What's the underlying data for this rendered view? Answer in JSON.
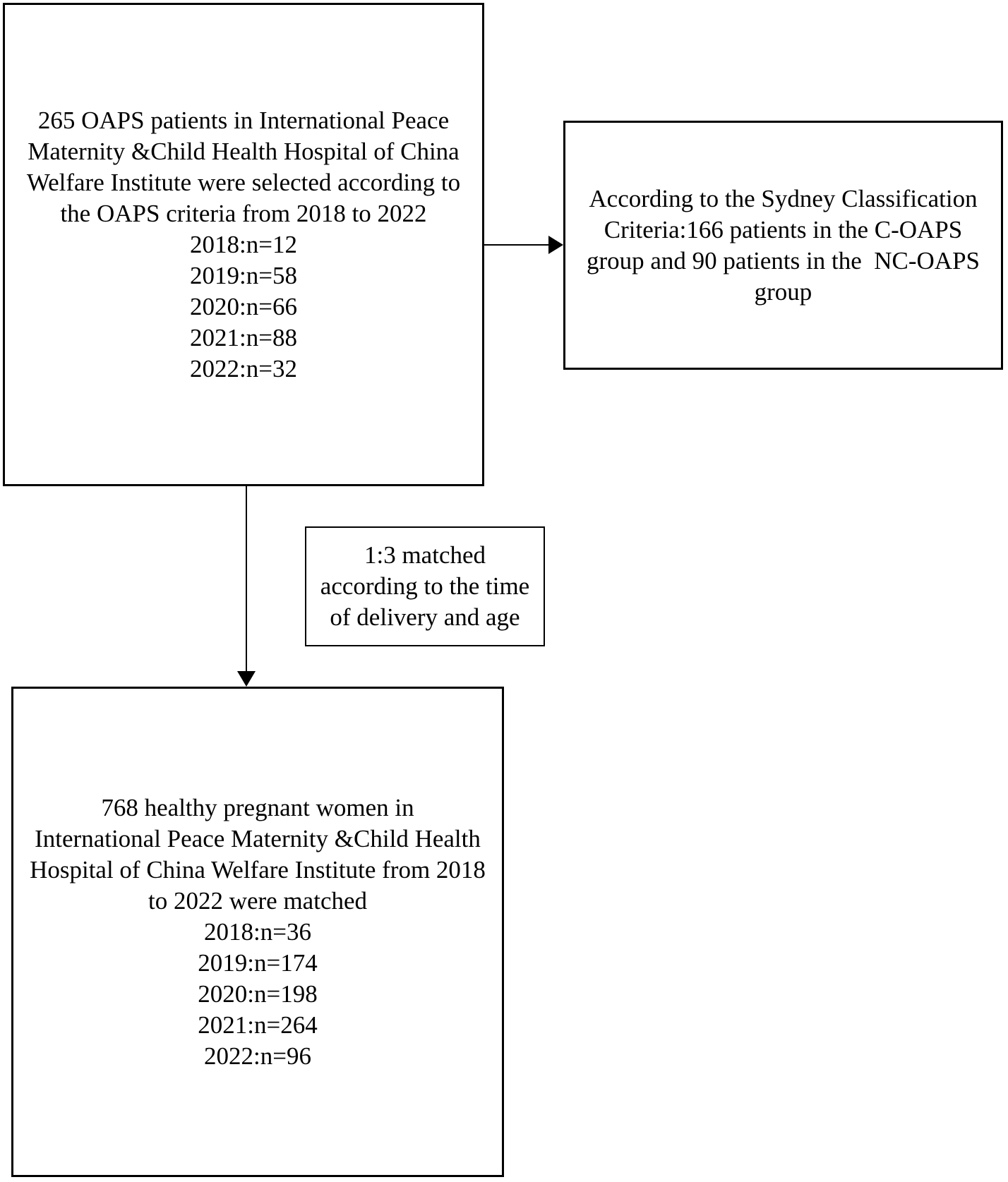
{
  "figure": {
    "type": "flowchart",
    "background_color": "#ffffff",
    "line_color": "#000000",
    "text_color": "#000000",
    "boxes": {
      "oaps_patients": {
        "text": "265 OAPS patients in International Peace\nMaternity &Child Health Hospital of China\nWelfare Institute were selected according to\nthe OAPS criteria from 2018 to 2022\n2018:n=12\n2019:n=58\n2020:n=66\n2021:n=88\n2022:n=32"
      },
      "sydney_classification": {
        "text": "According to the Sydney Classification\nCriteria:166 patients in the C-OAPS\ngroup and 90 patients in the  NC-OAPS\ngroup"
      },
      "matching_criteria": {
        "text": "1:3 matched\naccording to the time\nof delivery and age"
      },
      "healthy_controls": {
        "text": "768 healthy pregnant women in\nInternational Peace Maternity &Child Health\nHospital of China Welfare Institute from 2018\nto 2022 were matched\n2018:n=36\n2019:n=174\n2020:n=198\n2021:n=264\n2022:n=96"
      }
    }
  }
}
